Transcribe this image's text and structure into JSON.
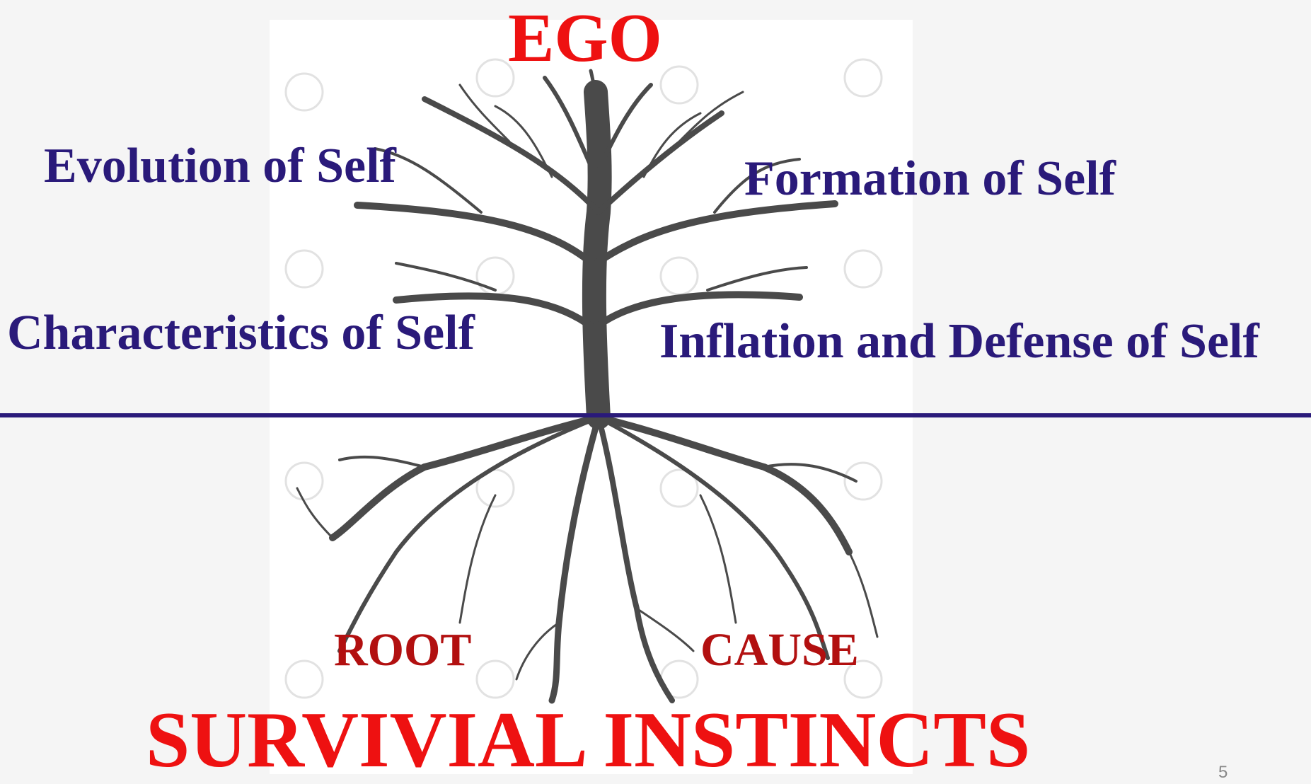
{
  "labels": {
    "ego": "EGO",
    "evolution": "Evolution of Self",
    "formation": "Formation of Self",
    "characteristics": "Characteristics of Self",
    "inflation": "Inflation and Defense of Self",
    "root": "ROOT",
    "cause": "CAUSE",
    "survival": "SURVIVIAL INSTINCTS"
  },
  "page_number": "5",
  "colors": {
    "ego_red": "#ee1111",
    "branch_label_navy": "#2a1a7a",
    "root_label_red": "#b21010",
    "tree": "#4a4a4a"
  }
}
